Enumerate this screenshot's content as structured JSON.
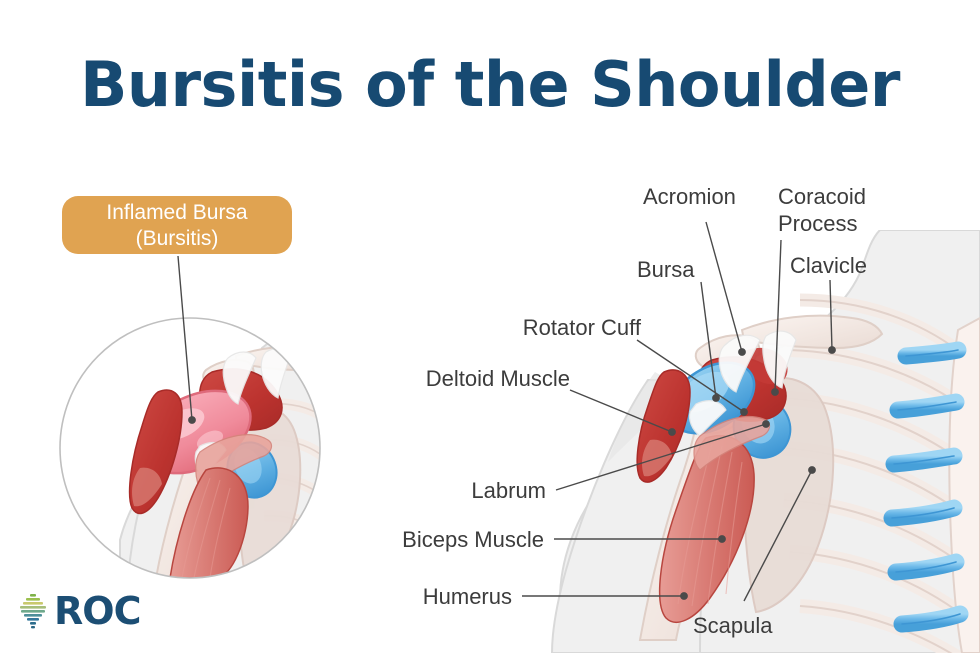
{
  "page": {
    "title": "Bursitis of the Shoulder",
    "background_color": "#ffffff",
    "title_color": "#174A72",
    "label_color": "#3C3C3C"
  },
  "badge": {
    "line1": "Inflamed Bursa",
    "line2": "(Bursitis)",
    "color": "#E0A351",
    "text_color": "#FFFFFF"
  },
  "labels": {
    "acromion": "Acromion",
    "coracoid_process": "Coracoid\nProcess",
    "clavicle": "Clavicle",
    "bursa": "Bursa",
    "rotator_cuff": "Rotator Cuff",
    "deltoid_muscle": "Deltoid Muscle",
    "labrum": "Labrum",
    "biceps_muscle": "Biceps Muscle",
    "humerus": "Humerus",
    "scapula": "Scapula"
  },
  "logo": {
    "word": "ROC",
    "mark": "striped-diamond-icon",
    "word_color": "#1C4E74"
  },
  "palette": {
    "bone": "#F2E8E3",
    "bone_shadow": "#E2D2CB",
    "cartilage_blue": "#6BB8E8",
    "cartilage_blue_dark": "#3E96D4",
    "muscle_red": "#C33A36",
    "muscle_red_light": "#D97A73",
    "inflamed_pink": "#F08B9B",
    "inflamed_pink_light": "#F8B9C3",
    "body_fill": "#F0F0F0",
    "body_outline": "#D8D8D8",
    "ligament_white": "#FBFBFB",
    "leader_line": "#4A4A4A"
  }
}
